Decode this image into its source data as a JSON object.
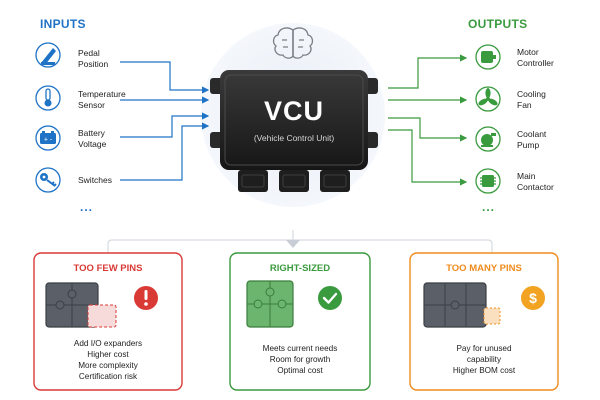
{
  "inputs": {
    "header": "INPUTS",
    "items": [
      {
        "line1": "Pedal",
        "line2": "Position",
        "icon": "pedal-icon"
      },
      {
        "line1": "Temperature",
        "line2": "Sensor",
        "icon": "thermometer-icon"
      },
      {
        "line1": "Battery",
        "line2": "Voltage",
        "icon": "battery-icon"
      },
      {
        "line1": "Switches",
        "line2": "",
        "icon": "key-icon"
      }
    ],
    "ellipsis": "..."
  },
  "outputs": {
    "header": "OUTPUTS",
    "items": [
      {
        "line1": "Motor",
        "line2": "Controller",
        "icon": "motor-icon"
      },
      {
        "line1": "Cooling",
        "line2": "Fan",
        "icon": "fan-icon"
      },
      {
        "line1": "Coolant",
        "line2": "Pump",
        "icon": "pump-icon"
      },
      {
        "line1": "Main",
        "line2": "Contactor",
        "icon": "contactor-icon"
      }
    ],
    "ellipsis": "..."
  },
  "vcu": {
    "title": "VCU",
    "subtitle": "(Vehicle Control Unit)",
    "icon": "brain-icon"
  },
  "cards": [
    {
      "title": "TOO FEW PINS",
      "color": "#d93a36",
      "icon": "warning-icon",
      "lines": [
        "Add I/O expanders",
        "Higher cost",
        "More complexity",
        "Certification risk"
      ]
    },
    {
      "title": "RIGHT-SIZED",
      "color": "#3a9a3e",
      "icon": "check-icon",
      "lines": [
        "Meets current needs",
        "Room for growth",
        "Optimal cost"
      ]
    },
    {
      "title": "TOO MANY PINS",
      "color": "#ef8b1d",
      "icon": "dollar-icon",
      "lines": [
        "Pay for unused",
        "capability",
        "Higher BOM cost"
      ]
    }
  ],
  "colors": {
    "input": "#1f73c6",
    "output": "#3a9a3e",
    "red": "#d93a36",
    "green": "#3a9a3e",
    "orange": "#ef8b1d"
  }
}
